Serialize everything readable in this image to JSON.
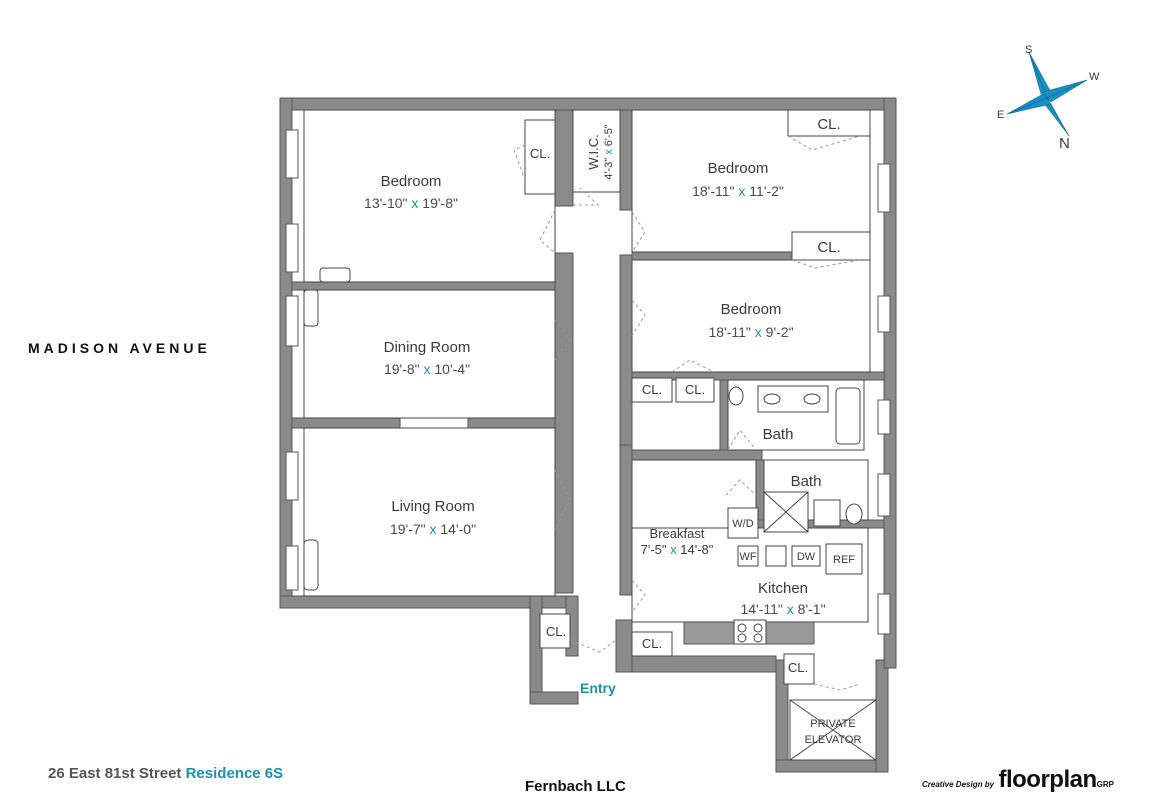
{
  "street_label": "MADISON AVENUE",
  "address": {
    "street": "26 East 81st Street",
    "residence": "Residence 6S"
  },
  "owner": "Fernbach LLC",
  "credit": {
    "prefix": "Creative Design by",
    "brand": "floorplan",
    "suffix": "GRP"
  },
  "entry_label": "Entry",
  "compass": {
    "s": "S",
    "w": "W",
    "e": "E",
    "n": "N"
  },
  "rooms": {
    "bedroom_1": {
      "name": "Bedroom",
      "w": "13'-10\"",
      "x": "x",
      "h": "19'-8\""
    },
    "dining": {
      "name": "Dining Room",
      "w": "19'-8\"",
      "x": "x",
      "h": "10'-4\""
    },
    "living": {
      "name": "Living Room",
      "w": "19'-7\"",
      "x": "x",
      "h": "14'-0\""
    },
    "wic": {
      "name": "W.I.C.",
      "w": "4'-3\"",
      "x": "x",
      "h": "6'-5\""
    },
    "bedroom_2": {
      "name": "Bedroom",
      "w": "18'-11\"",
      "x": "x",
      "h": "11'-2\""
    },
    "bedroom_3": {
      "name": "Bedroom",
      "w": "18'-11\"",
      "x": "x",
      "h": "9'-2\""
    },
    "bath_1": {
      "name": "Bath"
    },
    "bath_2": {
      "name": "Bath"
    },
    "breakfast": {
      "name": "Breakfast",
      "w": "7'-5\"",
      "x": "x",
      "h": "14'-8\""
    },
    "kitchen": {
      "name": "Kitchen",
      "w": "14'-11\"",
      "x": "x",
      "h": "8'-1\""
    }
  },
  "closet_label": "CL.",
  "appliances": {
    "wd": "W/D",
    "wf": "WF",
    "dw": "DW",
    "ref": "REF"
  },
  "elevator": {
    "line1": "PRIVATE",
    "line2": "ELEVATOR"
  },
  "colors": {
    "wall": "#8a8a8a",
    "wall_dark": "#555555",
    "accent": "#1f8fb0",
    "compass": "#1a8fc4"
  }
}
